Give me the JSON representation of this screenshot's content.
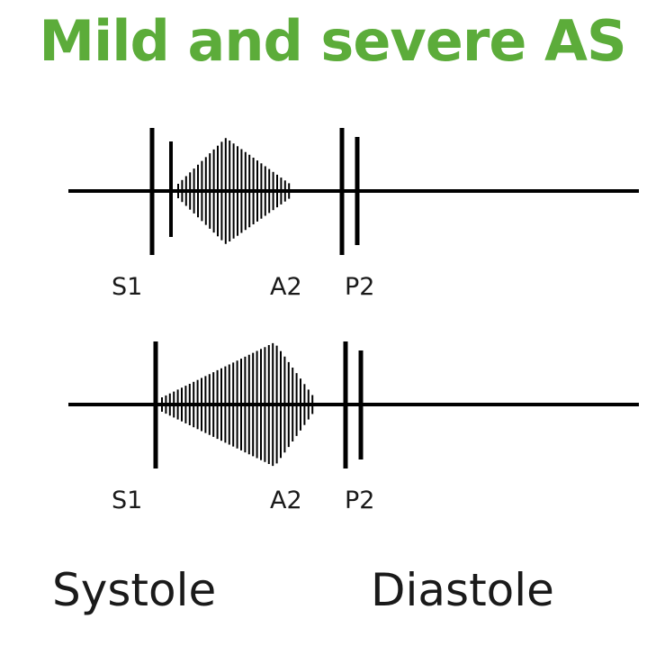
{
  "title": "Mild and severe AS",
  "colors": {
    "title": "#5cac3a",
    "ink": "#000000",
    "text": "#1a1a1a"
  },
  "traces": [
    {
      "labels": {
        "s1": "S1",
        "a2": "A2",
        "p2": "P2"
      }
    },
    {
      "labels": {
        "s1": "S1",
        "a2": "A2",
        "p2": "P2"
      }
    }
  ],
  "phases": {
    "systole": "Systole",
    "diastole": "Diastole"
  }
}
